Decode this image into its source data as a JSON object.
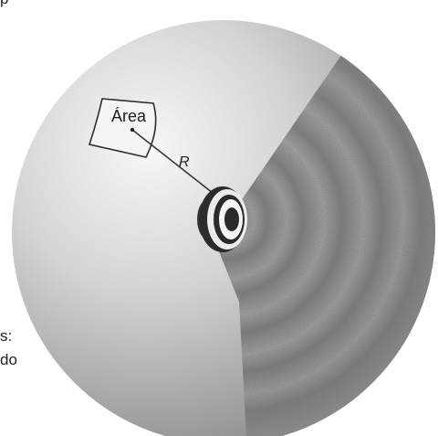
{
  "labels": {
    "area": "Área",
    "radius": "R"
  },
  "cropped_text": {
    "top_fragment": "p",
    "left_fragment_1": "s:",
    "left_fragment_2": "do"
  },
  "colors": {
    "sphere_light": "#f2f2f2",
    "sphere_mid": "#bdbdbd",
    "sphere_dark": "#8a8a8a",
    "speaker_dark": "#2b2b2b",
    "line": "#333333"
  },
  "icons": {
    "speaker": "speaker-icon",
    "area_patch": "area-patch-icon"
  }
}
